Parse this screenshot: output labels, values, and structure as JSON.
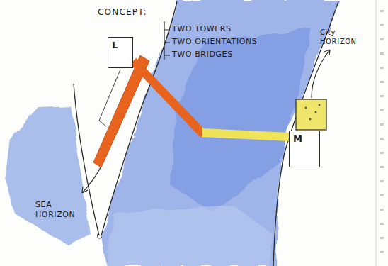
{
  "diagram": {
    "title": "CONCEPT:",
    "nodes": [
      {
        "text": [
          "L"
        ]
      },
      {
        "text": [
          "M"
        ]
      }
    ],
    "edges": [
      {
        "from": 0,
        "to": 1,
        "arrow": "none"
      }
    ],
    "labels": [
      "TWO TOWERS",
      "TWO ORIENTATIONS",
      "TWO BRIDGES",
      "City HORIZON",
      "SEA HORIZON"
    ]
  }
}
